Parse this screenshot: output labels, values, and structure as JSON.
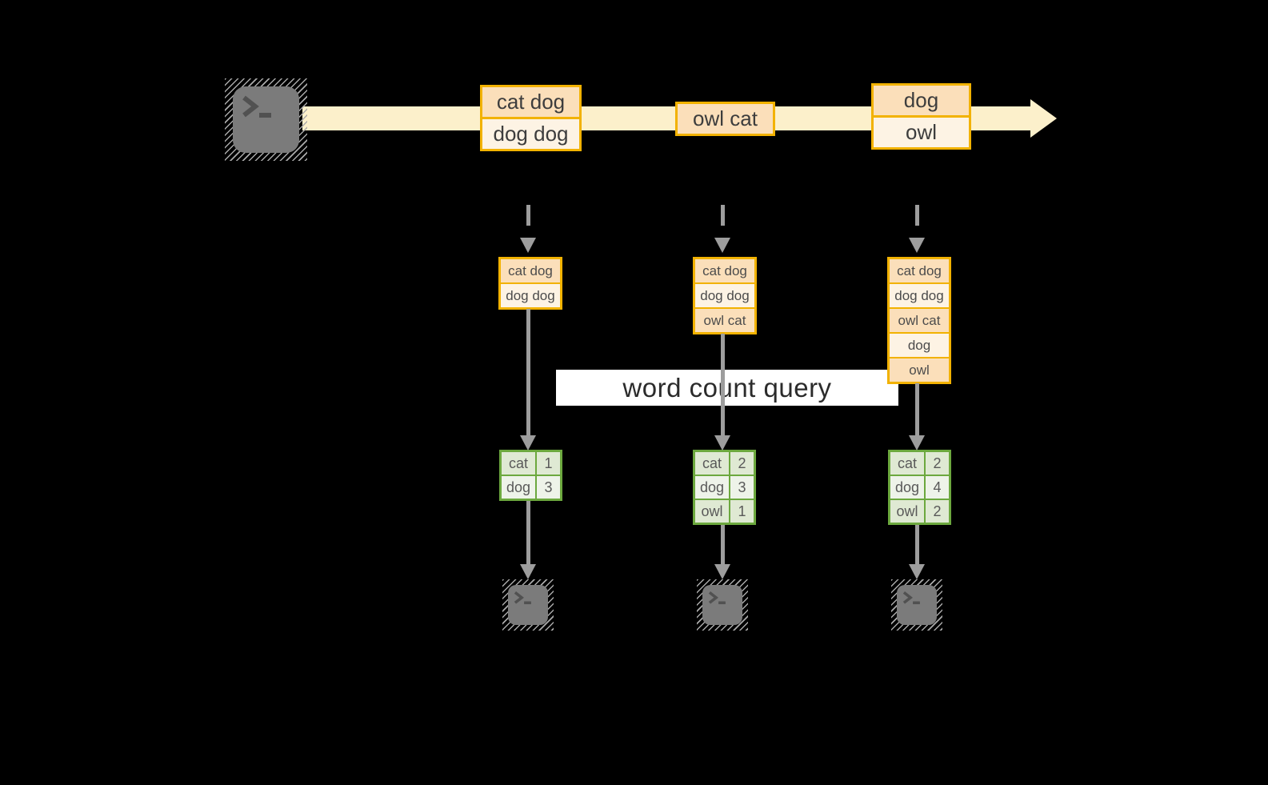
{
  "diagram": {
    "query_label": "word count query",
    "stream_batches": [
      {
        "rows": [
          "cat dog",
          "dog dog"
        ]
      },
      {
        "rows": [
          "owl cat"
        ]
      },
      {
        "rows": [
          "dog",
          "owl"
        ]
      }
    ],
    "columns": [
      {
        "buffered_records": [
          "cat dog",
          "dog dog"
        ],
        "word_counts": [
          {
            "word": "cat",
            "count": "1"
          },
          {
            "word": "dog",
            "count": "3"
          }
        ]
      },
      {
        "buffered_records": [
          "cat dog",
          "dog dog",
          "owl cat"
        ],
        "word_counts": [
          {
            "word": "cat",
            "count": "2"
          },
          {
            "word": "dog",
            "count": "3"
          },
          {
            "word": "owl",
            "count": "1"
          }
        ]
      },
      {
        "buffered_records": [
          "cat dog",
          "dog dog",
          "owl cat",
          "dog",
          "owl"
        ],
        "word_counts": [
          {
            "word": "cat",
            "count": "2"
          },
          {
            "word": "dog",
            "count": "4"
          },
          {
            "word": "owl",
            "count": "2"
          }
        ]
      }
    ],
    "icons": {
      "source": "terminal-icon",
      "sinks": [
        "terminal-icon",
        "terminal-icon",
        "terminal-icon"
      ]
    },
    "colors": {
      "background": "#000000",
      "stream_band": "#FCF0CB",
      "record_border": "#F2B200",
      "record_fill_dark": "#FBDFBA",
      "record_fill_light": "#FDF3E4",
      "table_border": "#6CA83E",
      "table_fill_dark": "#DFE9D3",
      "table_fill_light": "#EEF3E9",
      "arrow_gray": "#9D9D9D",
      "terminal_gray": "#7B7B7B",
      "label_background": "#FFFFFF",
      "label_text": "#2B2B2B"
    }
  }
}
